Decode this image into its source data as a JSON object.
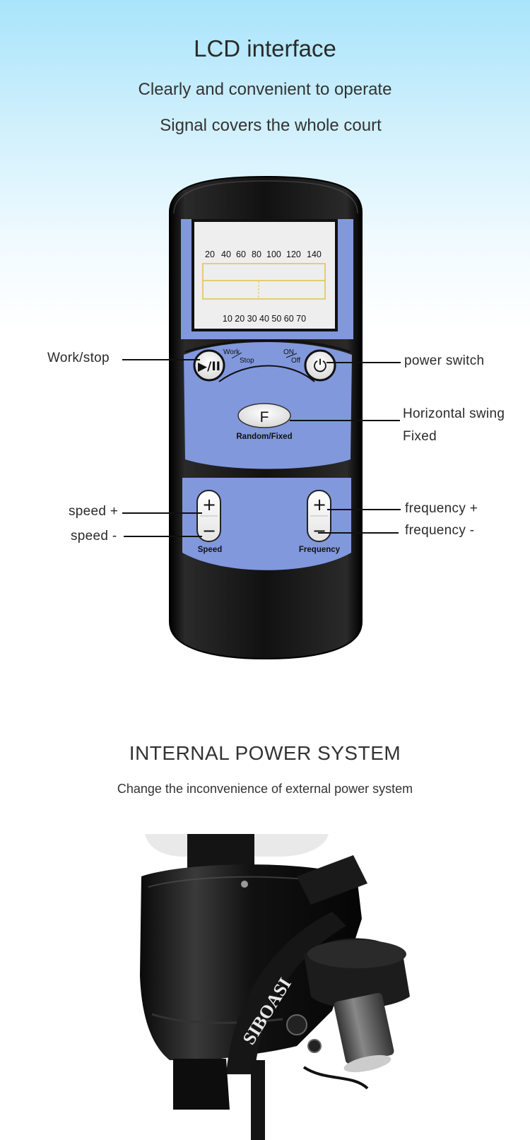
{
  "header": {
    "title": "LCD interface",
    "subtitle_1": "Clearly and convenient to operate",
    "subtitle_2": "Signal covers the whole court"
  },
  "remote": {
    "lcd_top_scale": [
      "20",
      "40",
      "60",
      "80",
      "100",
      "120",
      "140"
    ],
    "lcd_bottom_scale": "10 20 30 40 50 60 70",
    "work_label": "Work",
    "stop_label": "Stop",
    "on_label": "ON",
    "off_label": "Off",
    "f_button": "F",
    "random_fixed_label": "Random/Fixed",
    "speed_label": "Speed",
    "frequency_label": "Frequency",
    "play_pause_glyph": "▶/II",
    "power_glyph": "⏻",
    "plus_glyph": "+",
    "minus_glyph": "−"
  },
  "callouts": {
    "work_stop": "Work/stop",
    "power_switch": "power switch",
    "horizontal_swing": "Horizontal swing",
    "fixed": "Fixed",
    "speed_plus": "speed +",
    "speed_minus": "speed -",
    "frequency_plus": "frequency +",
    "frequency_minus": "frequency -"
  },
  "section2": {
    "title": "INTERNAL POWER SYSTEM",
    "subtitle": "Change the inconvenience of external power system"
  },
  "machine": {
    "brand": "SIBOASI"
  },
  "colors": {
    "panel_blue": "#8198dd",
    "remote_body": "#111111",
    "sky_top": "#a9e4fb"
  }
}
